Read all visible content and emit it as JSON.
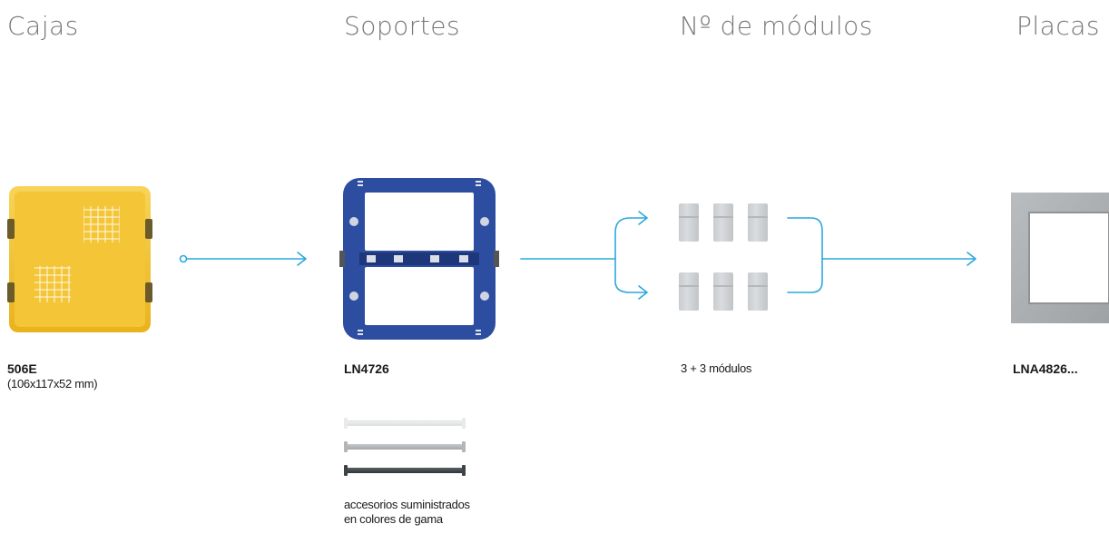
{
  "columns": {
    "cajas": {
      "title": "Cajas"
    },
    "soportes": {
      "title": "Soportes"
    },
    "modulos": {
      "title": "Nº de módulos"
    },
    "placas": {
      "title": "Placas"
    }
  },
  "box": {
    "code": "506E",
    "dimensions": "(106x117x52 mm)"
  },
  "support": {
    "code": "LN4726",
    "accessories_line1": "accesorios suministrados",
    "accessories_line2": "en colores de gama"
  },
  "modules": {
    "label": "3 + 3 módulos",
    "rows": 2,
    "per_row": 3
  },
  "plate": {
    "code": "LNA4826..."
  },
  "colors": {
    "arrow": "#2aa8dc",
    "box_yellow": "#f2c12e",
    "support_blue": "#2d4ea0",
    "plate_grey": "#a7abae",
    "module_grey": "#cfd2d5"
  },
  "icons": [
    "flow-arrow-icon",
    "branch-arrow-icon"
  ]
}
